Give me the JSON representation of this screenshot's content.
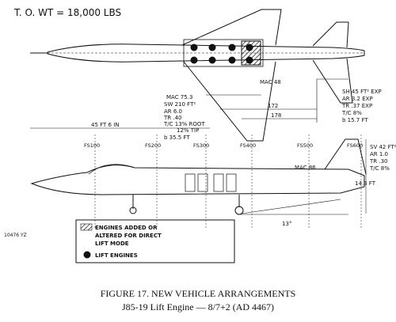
{
  "header": {
    "takeoff_weight": "T. O. WT = 18,000 LBS"
  },
  "wing_specs": {
    "mac": "MAC 75.3",
    "area": "SW 210 FT²",
    "aspect_ratio": "AR 6.0",
    "taper_ratio": "TR .40",
    "tc_root": "T/C 13% ROOT",
    "tc_tip": "12% TIP",
    "span": "b 35.5 FT"
  },
  "htail_specs": {
    "area": "SH 45 FT² EXP",
    "aspect_ratio": "AR 3.2 EXP",
    "taper_ratio": "TR .37 EXP",
    "tc": "T/C 8%",
    "span": "b 15.7 FT"
  },
  "vtail_specs": {
    "area": "SV 42 FT²",
    "aspect_ratio": "AR 1.0",
    "taper_ratio": "TR .30",
    "tc": "T/C 8%"
  },
  "dimensions": {
    "length": "45 FT 6 IN",
    "d172": "172",
    "d178": "178",
    "mac_htail": "MAC 48",
    "mac_vtail": "MAC 86",
    "height": "14.3 FT",
    "angle": "13°"
  },
  "stations": [
    "FS100",
    "FS200",
    "FS300",
    "FS400",
    "FS500",
    "FS600"
  ],
  "legend": {
    "hatched_line1": "ENGINES ADDED OR",
    "hatched_line2": "ALTERED FOR DIRECT",
    "hatched_line3": "LIFT MODE",
    "dot_label": "LIFT ENGINES"
  },
  "figure_id": "10476 YZ",
  "caption": {
    "title": "FIGURE 17.  NEW VEHICLE ARRANGEMENTS",
    "subtitle": "J85-19 Lift Engine — 8/7+2 (AD 4467)"
  }
}
